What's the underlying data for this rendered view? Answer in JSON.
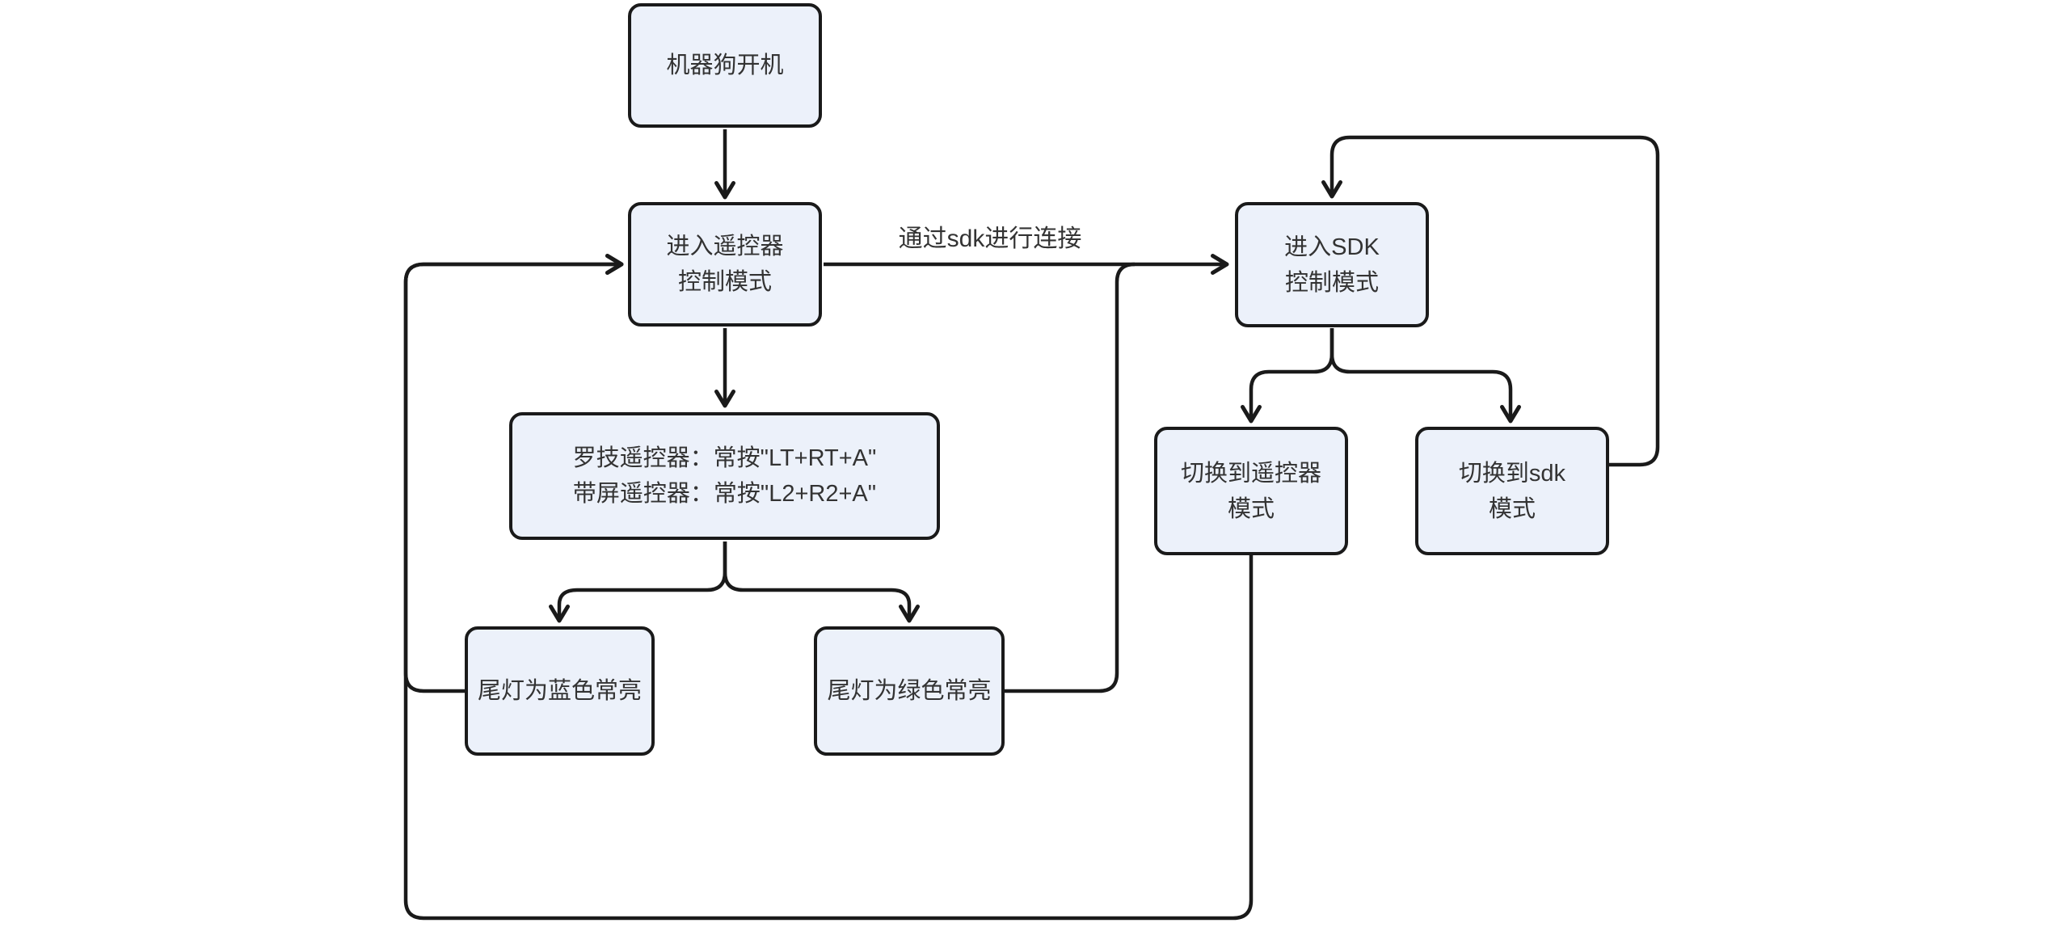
{
  "diagram": {
    "type": "flowchart",
    "background_color": "#ffffff",
    "node_fill_color": "#ECF1FA",
    "node_border_color": "#1a1a1a",
    "edge_color": "#1a1a1a",
    "text_color": "#333333",
    "nodes": {
      "power_on": {
        "label": "机器狗开机"
      },
      "remote_mode": {
        "label": "进入遥控器\n控制模式"
      },
      "sdk_mode": {
        "label": "进入SDK\n控制模式"
      },
      "remote_buttons": {
        "label": "罗技遥控器：常按\"LT+RT+A\"\n带屏遥控器：常按\"L2+R2+A\""
      },
      "tail_blue": {
        "label": "尾灯为蓝色常亮"
      },
      "tail_green": {
        "label": "尾灯为绿色常亮"
      },
      "switch_remote": {
        "label": "切换到遥控器\n模式"
      },
      "switch_sdk": {
        "label": "切换到sdk\n模式"
      }
    },
    "edges": [
      {
        "from": "power_on",
        "to": "remote_mode",
        "label": ""
      },
      {
        "from": "remote_mode",
        "to": "sdk_mode",
        "label": "通过sdk进行连接"
      },
      {
        "from": "remote_mode",
        "to": "remote_buttons",
        "label": ""
      },
      {
        "from": "remote_buttons",
        "to": "tail_blue",
        "label": ""
      },
      {
        "from": "remote_buttons",
        "to": "tail_green",
        "label": ""
      },
      {
        "from": "sdk_mode",
        "to": "switch_remote",
        "label": ""
      },
      {
        "from": "sdk_mode",
        "to": "switch_sdk",
        "label": ""
      },
      {
        "from": "tail_blue",
        "to": "remote_mode",
        "label": ""
      },
      {
        "from": "tail_green",
        "to": "sdk_mode",
        "label": ""
      },
      {
        "from": "switch_remote",
        "to": "remote_mode",
        "label": ""
      },
      {
        "from": "switch_sdk",
        "to": "sdk_mode",
        "label": ""
      }
    ]
  }
}
